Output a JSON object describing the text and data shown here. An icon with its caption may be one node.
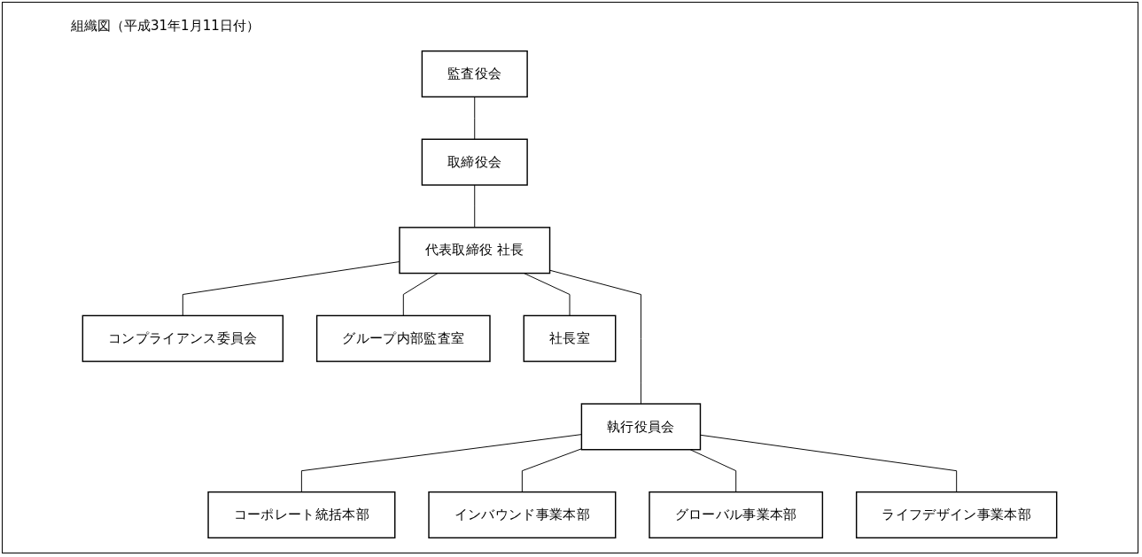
{
  "diagram": {
    "title": "組織図（平成31年1月11日付）",
    "nodes": [
      {
        "text": [
          "監査役会"
        ]
      },
      {
        "text": [
          "取締役会"
        ]
      },
      {
        "text": [
          "代表取締役 社長"
        ]
      },
      {
        "text": [
          "コンプライアンス委員会"
        ]
      },
      {
        "text": [
          "グループ内部監査室"
        ]
      },
      {
        "text": [
          "社長室"
        ]
      },
      {
        "text": [
          "執行役員会"
        ]
      },
      {
        "text": [
          "コーポレート統括本部"
        ]
      },
      {
        "text": [
          "インバウンド事業本部"
        ]
      },
      {
        "text": [
          "グローバル事業本部"
        ]
      },
      {
        "text": [
          "ライフデザイン事業本部"
        ]
      }
    ],
    "edges": [
      {
        "from": 0,
        "to": 1,
        "arrow": "none"
      },
      {
        "from": 1,
        "to": 2,
        "arrow": "none"
      },
      {
        "from": 2,
        "to": 3,
        "arrow": "none"
      },
      {
        "from": 2,
        "to": 4,
        "arrow": "none"
      },
      {
        "from": 2,
        "to": 5,
        "arrow": "none"
      },
      {
        "from": 2,
        "to": 6,
        "arrow": "none"
      },
      {
        "from": 6,
        "to": 7,
        "arrow": "none"
      },
      {
        "from": 6,
        "to": 8,
        "arrow": "none"
      },
      {
        "from": 6,
        "to": 9,
        "arrow": "none"
      },
      {
        "from": 6,
        "to": 10,
        "arrow": "none"
      }
    ]
  }
}
